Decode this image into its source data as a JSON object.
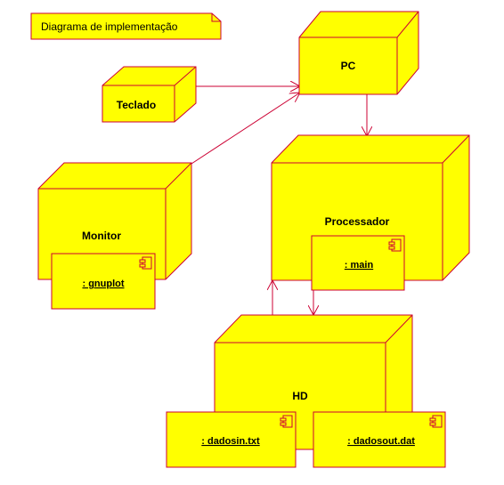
{
  "diagram": {
    "note": "Diagrama de implementação",
    "nodes": {
      "pc": "PC",
      "teclado": "Teclado",
      "monitor": "Monitor",
      "processador": "Processador",
      "hd": "HD"
    },
    "components": {
      "gnuplot": ": gnuplot",
      "main": ": main",
      "dadosin": ": dadosin.txt",
      "dadosout": ": dadosout.dat"
    }
  },
  "colors": {
    "fill": "#ffff00",
    "stroke": "#cc0033"
  }
}
